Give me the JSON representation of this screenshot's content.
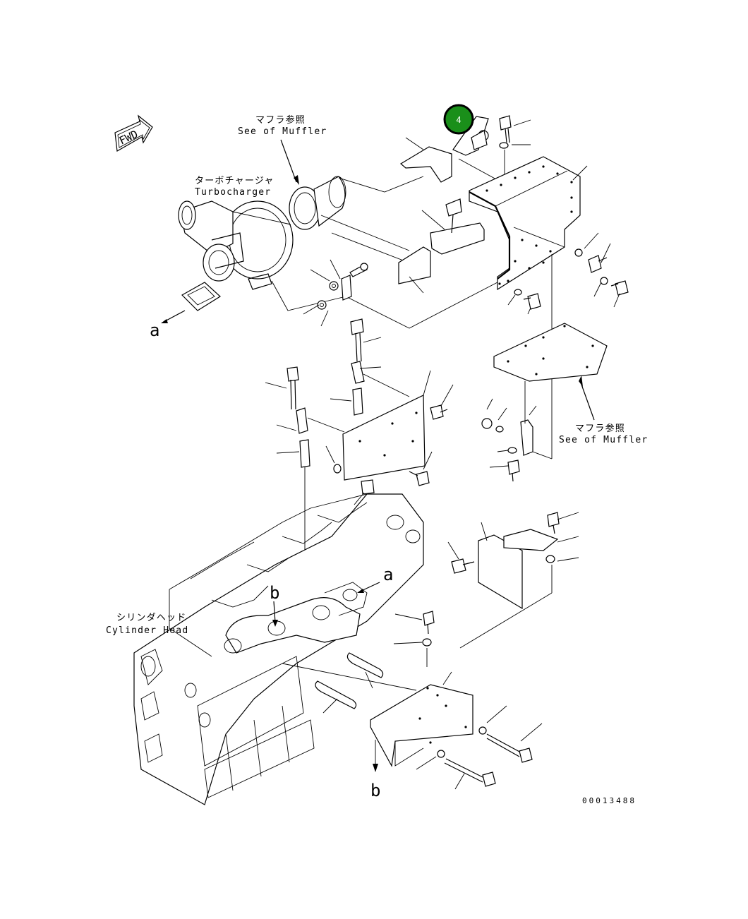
{
  "callout": {
    "number": "4",
    "color": "#1a8f1a"
  },
  "fwd": {
    "label": "FWD"
  },
  "labels": {
    "muffler_top_jp": "マフラ参照",
    "muffler_top_en": "See of Muffler",
    "turbo_jp": "ターボチャージャ",
    "turbo_en": "Turbocharger",
    "muffler_right_jp": "マフラ参照",
    "muffler_right_en": "See of Muffler",
    "cylinder_jp": "シリンダヘッド",
    "cylinder_en": "Cylinder Head"
  },
  "markers": {
    "a": "a",
    "b": "b"
  },
  "drawing_number": "00013488"
}
